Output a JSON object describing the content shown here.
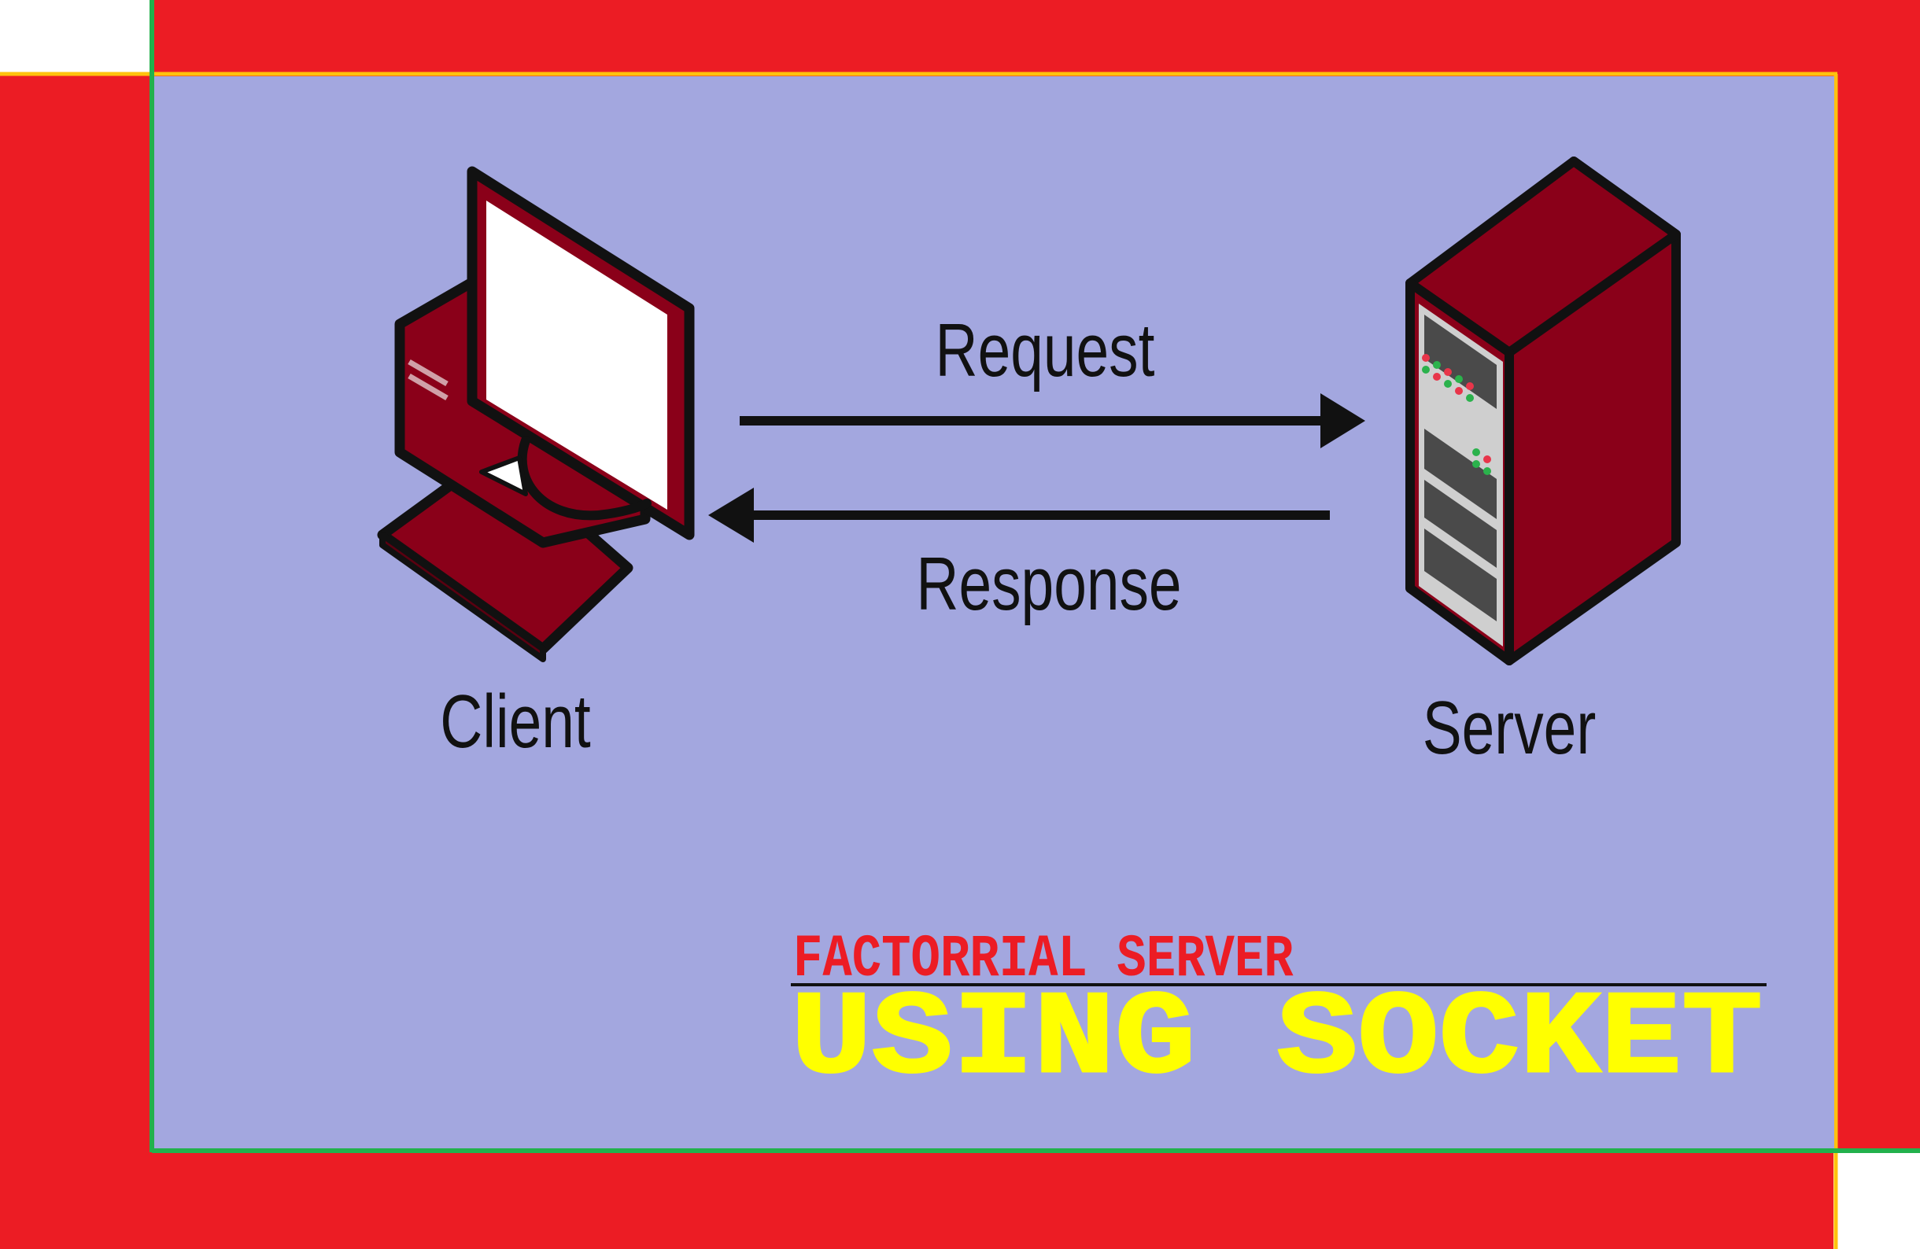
{
  "diagram": {
    "client_label": "Client",
    "server_label": "Server",
    "request_label": "Request",
    "response_label": "Response"
  },
  "caption": {
    "line1": "FACTORRIAL SERVER",
    "line2": "USING SOCKET"
  },
  "colors": {
    "background_outer": "#ec1c24",
    "panel": "#a3a7df",
    "panel_border_green": "#22b14c",
    "panel_border_yellow": "#ffc20e",
    "device_maroon": "#8a0019",
    "outline": "#111111",
    "caption_red": "#ec1c24",
    "caption_yellow": "#ffff00"
  },
  "icons": {
    "client": "desktop-computer-icon",
    "server": "server-rack-icon"
  }
}
